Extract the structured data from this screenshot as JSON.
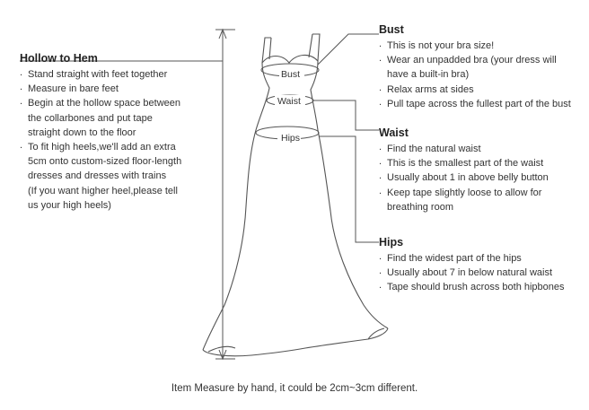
{
  "hollow_to_hem": {
    "title": "Hollow to Hem",
    "items": [
      "Stand straight with feet together",
      "Measure in bare feet",
      "Begin at the hollow space between",
      "the collarbones and put tape",
      "straight down to the floor",
      "To fit high heels,we'll add an extra",
      "5cm onto custom-sized floor-length",
      "dresses and dresses with trains",
      "(If you want higher heel,please tell",
      "us your high heels)"
    ]
  },
  "bust": {
    "title": "Bust",
    "label": "Bust",
    "items": [
      "This is not your bra size!",
      "Wear an unpadded bra (your dress will",
      "have a built-in bra)",
      "Relax arms at sides",
      "Pull tape across the fullest part of the bust"
    ]
  },
  "waist": {
    "title": "Waist",
    "label": "Waist",
    "items": [
      "Find the natural waist",
      "This is the smallest part of the waist",
      "Usually about 1 in above belly button",
      "Keep tape slightly loose to allow for",
      "breathing room"
    ]
  },
  "hips": {
    "title": "Hips",
    "label": "Hips",
    "items": [
      "Find the widest part of the hips",
      "Usually about 7 in below natural waist",
      "Tape should brush across both hipbones"
    ]
  },
  "footer": "Item Measure by hand, it could be 2cm~3cm different."
}
